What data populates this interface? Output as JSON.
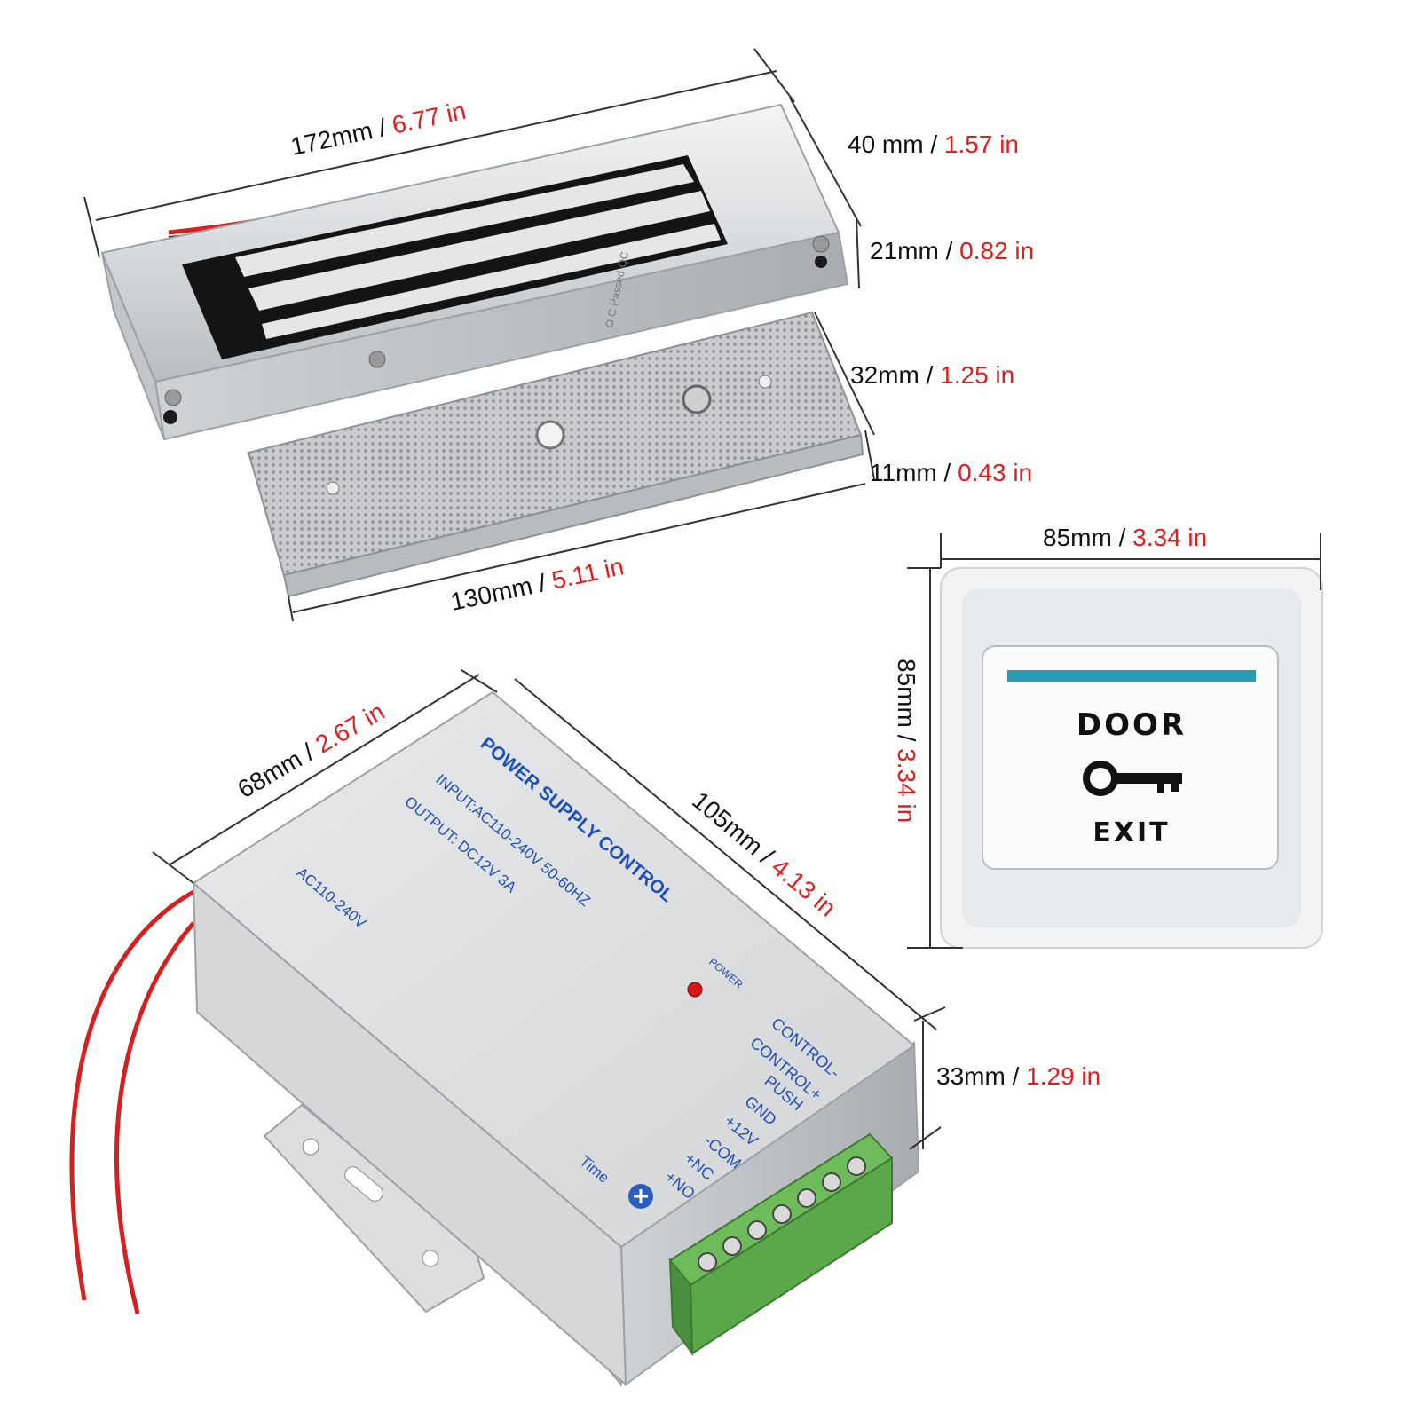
{
  "magnet": {
    "length": {
      "mm": "172mm",
      "inch": "6.77 in"
    },
    "height": {
      "mm": "40 mm",
      "inch": "1.57 in"
    },
    "thickness": {
      "mm": "21mm",
      "inch": "0.82 in"
    },
    "label": [
      "O.C",
      "Passed",
      "QC"
    ]
  },
  "armature": {
    "length": {
      "mm": "130mm",
      "inch": "5.11 in"
    },
    "width": {
      "mm": "32mm",
      "inch": "1.25 in"
    },
    "thickness": {
      "mm": "11mm",
      "inch": "0.43 in"
    }
  },
  "exit_button": {
    "width": {
      "mm": "85mm",
      "inch": "3.34 in"
    },
    "height": {
      "mm": "85mm",
      "inch": "3.34 in"
    },
    "line1": "DOOR",
    "line2": "EXIT"
  },
  "power_supply": {
    "width": {
      "mm": "68mm",
      "inch": "2.67 in"
    },
    "length": {
      "mm": "105mm",
      "inch": "4.13 in"
    },
    "height": {
      "mm": "33mm",
      "inch": "1.29 in"
    },
    "title": "POWER SUPPLY CONTROL",
    "input": "INPUT:AC110-240V 50-60HZ",
    "output": "OUTPUT: DC12V  3A",
    "ac_label": "AC110-240V",
    "power_label": "POWER",
    "time_label": "Time",
    "terminals": [
      "CONTROL-",
      "CONTROL+",
      "PUSH",
      "GND",
      "+12V",
      "-COM",
      "+NC",
      "+NO"
    ]
  },
  "separator": " / ",
  "colors": {
    "inch_text": "#e01e1e",
    "mm_text": "#111111",
    "psu_print": "#1f4fbf",
    "wire": "#d61f1f",
    "terminal": "#5aa84a"
  }
}
